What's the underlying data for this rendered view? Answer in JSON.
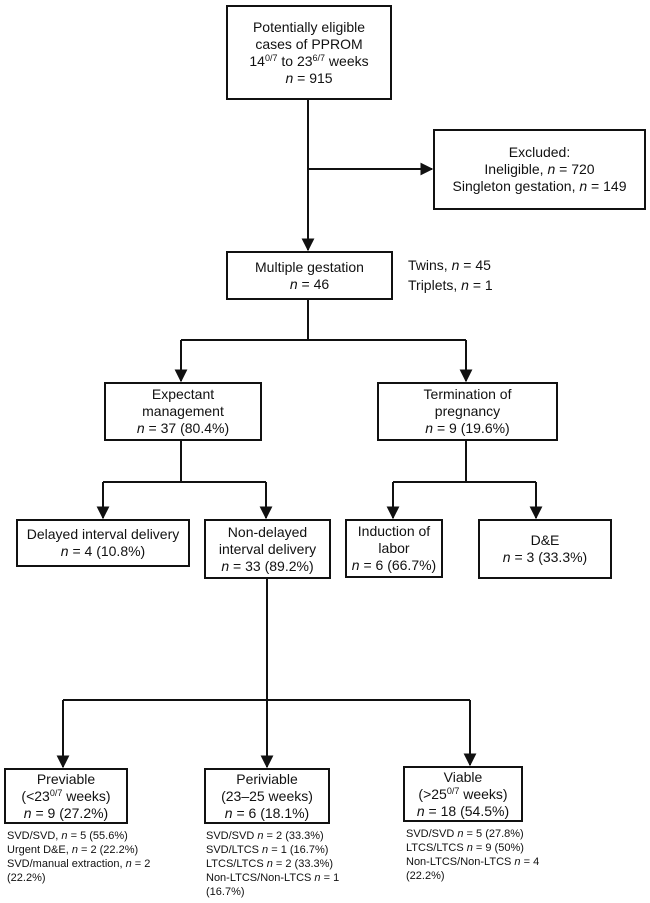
{
  "n_symbol": "n",
  "eligible": {
    "line1": "Potentially eligible",
    "line2": "cases of PPROM",
    "from": "14",
    "from_sup": "0/7",
    "to_word": " to 23",
    "to_sup": "6/7",
    "weeks": " weeks",
    "count": " = 915"
  },
  "excluded": {
    "title": "Excluded:",
    "ineligible": "Ineligible, ",
    "ineligible_count": " = 720",
    "singleton": "Singleton gestation, ",
    "singleton_count": " = 149"
  },
  "multiple": {
    "title": "Multiple gestation",
    "count": " = 46",
    "twins": "Twins, ",
    "twins_count": " = 45",
    "triplets": "Triplets, ",
    "triplets_count": " = 1"
  },
  "expectant": {
    "line1": "Expectant",
    "line2": "management",
    "count": " = 37 (80.4%)"
  },
  "termination": {
    "line1": "Termination of",
    "line2": "pregnancy",
    "count": " = 9 (19.6%)"
  },
  "delayed": {
    "title": "Delayed interval",
    "line2": "delivery",
    "count": " = 4 (10.8%)"
  },
  "nondelayed": {
    "line1": "Non-delayed",
    "line2": "interval delivery",
    "count": " = 33 (89.2%)"
  },
  "induction": {
    "line1": "Induction of",
    "line2": "labor",
    "count": " = 6 (66.7%)"
  },
  "de": {
    "title": "D&E",
    "count": " = 3 (33.3%)"
  },
  "previable": {
    "title": "Previable",
    "range_pre": "(<23",
    "range_sup": "0/7",
    "range_post": " weeks)",
    "count": " = 9 (27.2%)",
    "notes": [
      {
        "pre": "SVD/SVD, ",
        "post": " = 5 (55.6%)"
      },
      {
        "pre": "Urgent D&E, ",
        "post": " = 2 (22.2%)"
      },
      {
        "pre": "SVD/manual extraction, ",
        "post": " = 2"
      }
    ],
    "notes_tail": "(22.2%)"
  },
  "periviable": {
    "title": "Periviable",
    "range": "(23–25 weeks)",
    "count": " = 6 (18.1%)",
    "notes": [
      {
        "pre": "SVD/SVD ",
        "post": " = 2 (33.3%)"
      },
      {
        "pre": "SVD/LTCS ",
        "post": " = 1 (16.7%)"
      },
      {
        "pre": "LTCS/LTCS ",
        "post": " = 2 (33.3%)"
      },
      {
        "pre": "Non-LTCS/Non-LTCS ",
        "post": " = 1"
      }
    ],
    "notes_tail": "(16.7%)"
  },
  "viable": {
    "title": "Viable",
    "range_pre": "(>25",
    "range_sup": "0/7",
    "range_post": " weeks)",
    "count": " = 18 (54.5%)",
    "notes": [
      {
        "pre": "SVD/SVD ",
        "post": " = 5 (27.8%)"
      },
      {
        "pre": "LTCS/LTCS ",
        "post": " = 9 (50%)"
      },
      {
        "pre": "Non-LTCS/Non-LTCS ",
        "post": " = 4"
      }
    ],
    "notes_tail": "(22.2%)"
  }
}
